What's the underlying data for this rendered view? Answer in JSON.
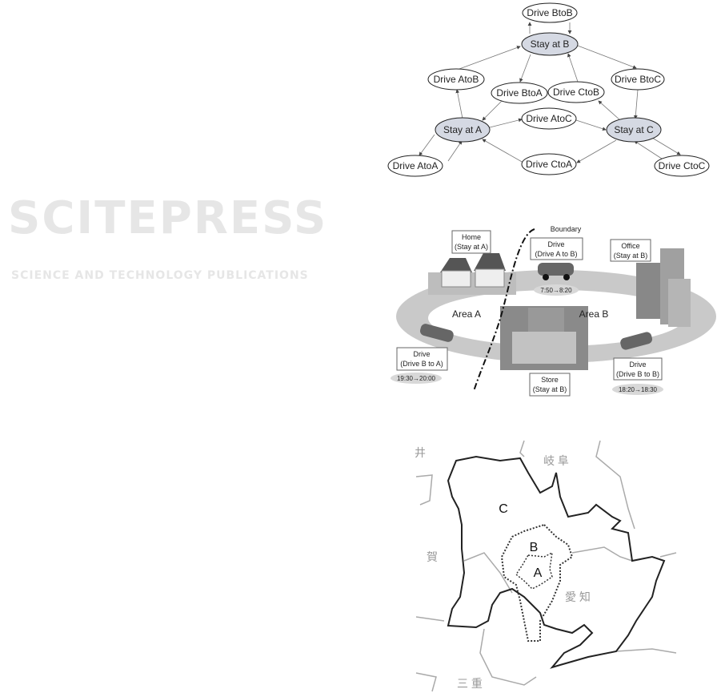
{
  "watermark": {
    "title": "SCITEPRESS",
    "subtitle": "SCIENCE AND TECHNOLOGY PUBLICATIONS"
  },
  "state_graph": {
    "nodes": {
      "drive_btob": "Drive BtoB",
      "stay_b": "Stay at B",
      "drive_atob": "Drive AtoB",
      "drive_btoa": "Drive BtoA",
      "drive_ctob": "Drive CtoB",
      "drive_btoc": "Drive BtoC",
      "drive_atoc": "Drive AtoC",
      "stay_a": "Stay at A",
      "stay_c": "Stay at C",
      "drive_atoa": "Drive AtoA",
      "drive_ctoa": "Drive CtoA",
      "drive_ctoc": "Drive CtoC"
    },
    "stay_fill": "#d5d9e3"
  },
  "illustration": {
    "boundary": "Boundary",
    "home": [
      "Home",
      "(Stay at A)"
    ],
    "drive_ab": [
      "Drive",
      "(Drive A to B)"
    ],
    "time_ab": "7:50→8:20",
    "office": [
      "Office",
      "(Stay at B)"
    ],
    "area_a": "Area A",
    "area_b": "Area B",
    "drive_ba": [
      "Drive",
      "(Drive B to A)"
    ],
    "time_ba": "19:30→20:00",
    "store": [
      "Store",
      "(Stay at B)"
    ],
    "drive_bb": [
      "Drive",
      "(Drive B to B)"
    ],
    "time_bb": "18:20→18:30"
  },
  "map": {
    "gifu": "岐 阜",
    "shiga": "賀",
    "fukui": "井",
    "aichi": "愛 知",
    "mie": "三 重",
    "region_a": "A",
    "region_b": "B",
    "region_c": "C"
  }
}
